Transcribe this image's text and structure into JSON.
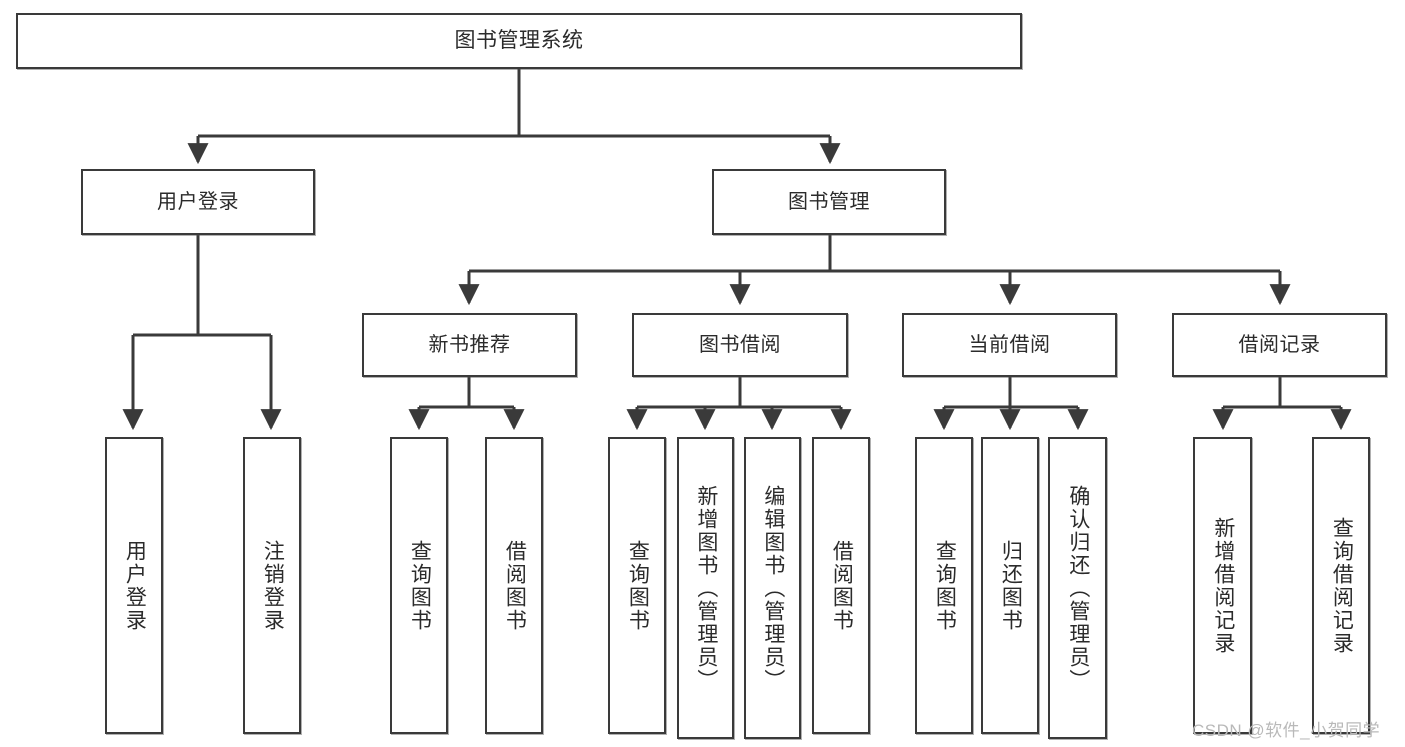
{
  "diagram": {
    "type": "tree-hierarchy-chart",
    "title": "图书管理系统",
    "line_color": "#3a3a3a",
    "box_fill": "#ffffff",
    "text_color": "#2b2b2b",
    "levels": {
      "root": {
        "label": "图书管理系统"
      },
      "level2": [
        {
          "label": "用户登录"
        },
        {
          "label": "图书管理"
        }
      ],
      "level3": [
        {
          "label": "新书推荐"
        },
        {
          "label": "图书借阅"
        },
        {
          "label": "当前借阅"
        },
        {
          "label": "借阅记录"
        }
      ],
      "leaves": {
        "user_login": [
          {
            "label": "用户登录"
          },
          {
            "label": "注销登录"
          }
        ],
        "new_book_recommend": [
          {
            "label": "查询图书"
          },
          {
            "label": "借阅图书"
          }
        ],
        "book_borrow": [
          {
            "label": "查询图书"
          },
          {
            "label": "新增图书（管理员）"
          },
          {
            "label": "编辑图书（管理员）"
          },
          {
            "label": "借阅图书"
          }
        ],
        "current_borrow": [
          {
            "label": "查询图书"
          },
          {
            "label": "归还图书"
          },
          {
            "label": "确认归还（管理员）"
          }
        ],
        "borrow_record": [
          {
            "label": "新增借阅记录"
          },
          {
            "label": "查询借阅记录"
          }
        ]
      }
    }
  },
  "watermark": {
    "text": "CSDN @软件_小贺同学"
  }
}
